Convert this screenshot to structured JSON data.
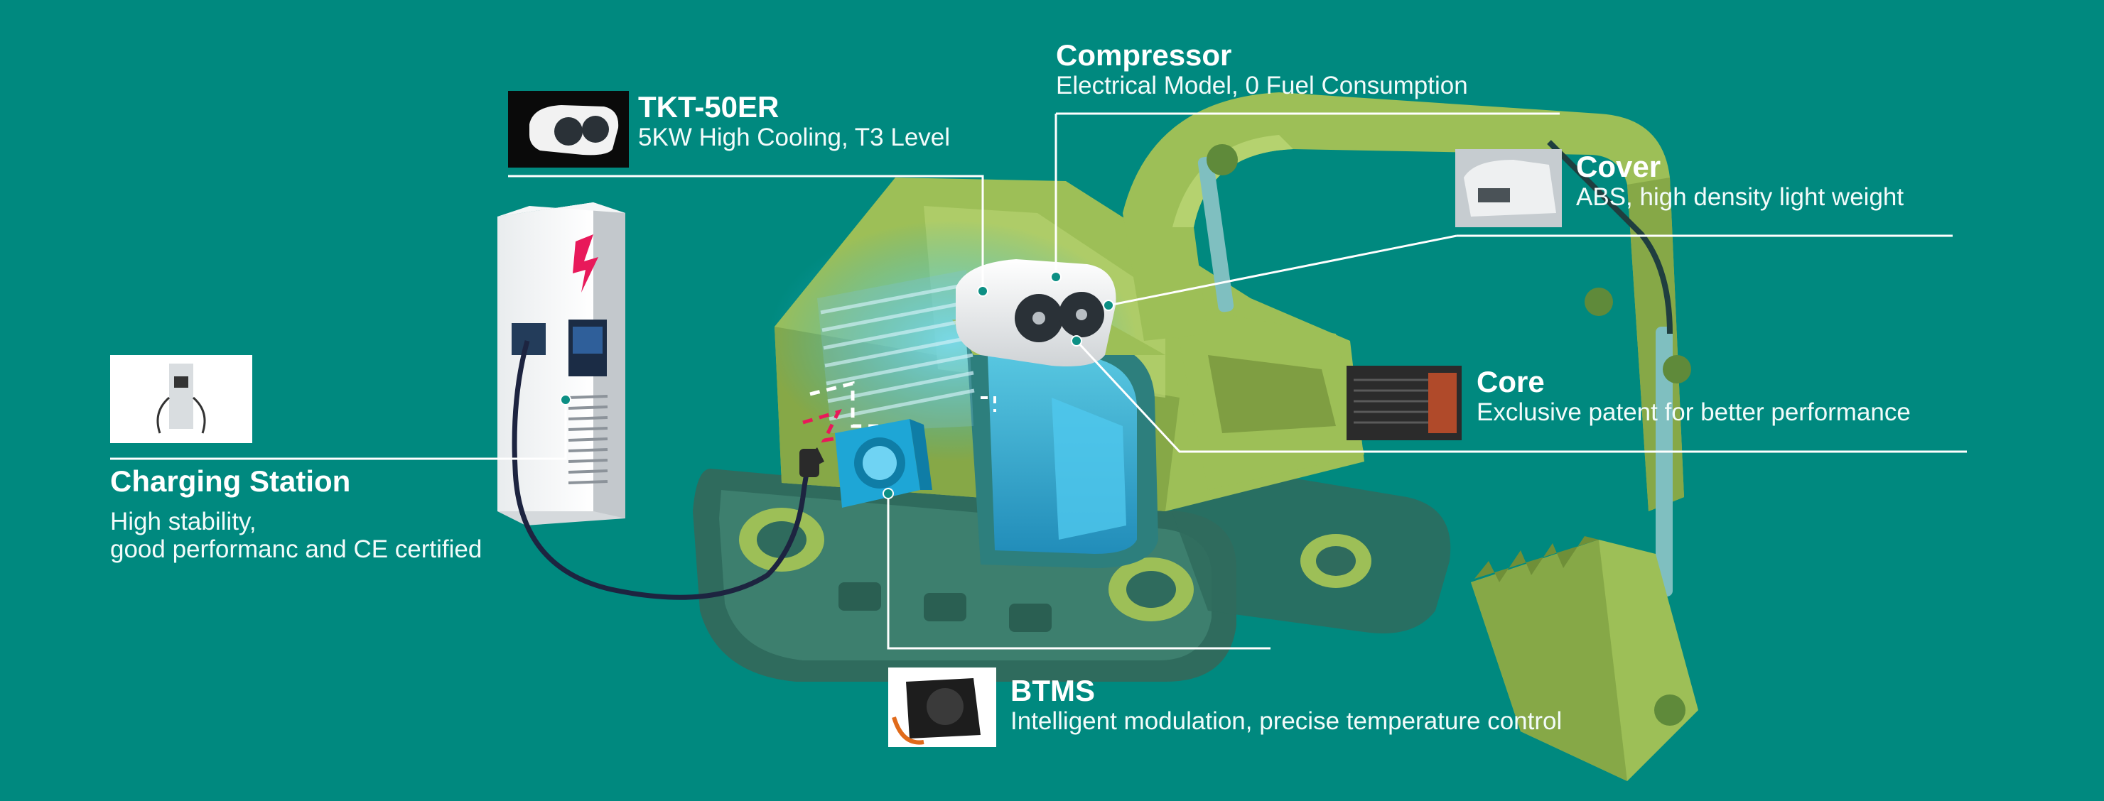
{
  "colors": {
    "background": "#00897f",
    "excavator_body": "#9dbf57",
    "excavator_dark": "#2f6b5d",
    "leader_line": "#ffffff",
    "lightning": "#e8195a"
  },
  "callouts": {
    "compressor": {
      "title": "Compressor",
      "desc": "Electrical Model, 0 Fuel Consumption"
    },
    "tkt50er": {
      "title": "TKT-50ER",
      "desc": "5KW High Cooling, T3 Level"
    },
    "cover": {
      "title": "Cover",
      "desc": "ABS, high density light weight"
    },
    "core": {
      "title": "Core",
      "desc": "Exclusive patent for better performance"
    },
    "charging": {
      "title": "Charging Station",
      "desc_line1": "High stability,",
      "desc_line2": "good performanc and CE certified"
    },
    "btms": {
      "title": "BTMS",
      "desc": "Intelligent modulation, precise temperature control"
    }
  },
  "icons": {
    "charger_icon": "lightning-bolt-icon",
    "ac_unit_fans": "fan-icon"
  }
}
